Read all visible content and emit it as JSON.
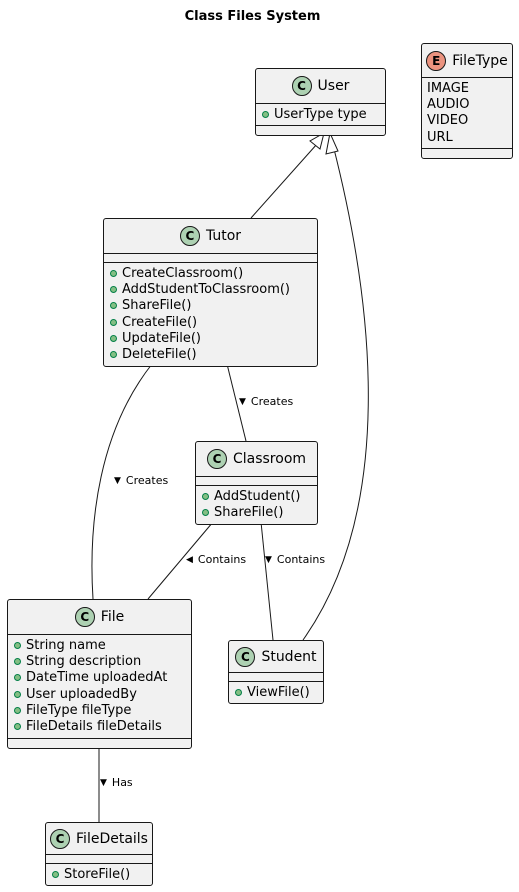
{
  "title": "Class Files System",
  "classes": {
    "user": {
      "badge": "C",
      "name": "User",
      "members": [
        "UserType type"
      ],
      "methods": []
    },
    "filetype": {
      "badge": "E",
      "name": "FileType",
      "values": [
        "IMAGE",
        "AUDIO",
        "VIDEO",
        "URL"
      ]
    },
    "tutor": {
      "badge": "C",
      "name": "Tutor",
      "members": [],
      "methods": [
        "CreateClassroom()",
        "AddStudentToClassroom()",
        "ShareFile()",
        "CreateFile()",
        "UpdateFile()",
        "DeleteFile()"
      ]
    },
    "classroom": {
      "badge": "C",
      "name": "Classroom",
      "members": [],
      "methods": [
        "AddStudent()",
        "ShareFile()"
      ]
    },
    "file": {
      "badge": "C",
      "name": "File",
      "members": [
        "String name",
        "String description",
        "DateTime uploadedAt",
        "User uploadedBy",
        "FileType fileType",
        "FileDetails fileDetails"
      ],
      "methods": []
    },
    "student": {
      "badge": "C",
      "name": "Student",
      "members": [],
      "methods": [
        "ViewFile()"
      ]
    },
    "filedetails": {
      "badge": "C",
      "name": "FileDetails",
      "members": [],
      "methods": [
        "StoreFile()"
      ]
    }
  },
  "relations": {
    "tutor_classroom": {
      "label": "Creates",
      "arrow": "▼"
    },
    "tutor_file": {
      "label": "Creates",
      "arrow": "▼"
    },
    "classroom_file": {
      "label": "Contains",
      "arrow": "◀"
    },
    "classroom_student": {
      "label": "Contains",
      "arrow": "▼"
    },
    "file_filedetails": {
      "label": "Has",
      "arrow": "▼"
    }
  }
}
